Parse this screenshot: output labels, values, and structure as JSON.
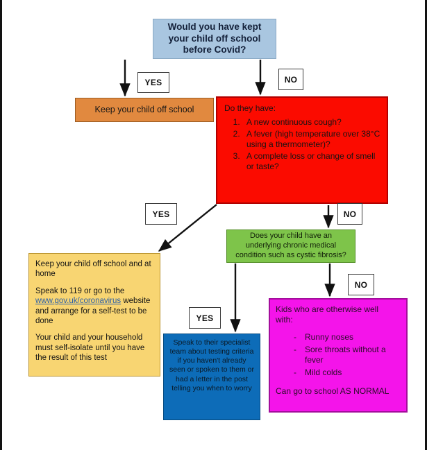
{
  "chart_data": {
    "type": "diagram",
    "title": "Would you have kept your child off school before Covid?",
    "diagram_kind": "decision-flowchart",
    "nodes": [
      {
        "id": "start",
        "label": "Would you have kept your child off school before Covid?",
        "color": "#a9c6e0",
        "shape": "rect"
      },
      {
        "id": "keep-off",
        "label": "Keep your child off school",
        "color": "#e1893f",
        "shape": "rect"
      },
      {
        "id": "symptoms",
        "label": "Do they have: 1) A new continuous cough? 2) A fever (high temperature over 38°C using a thermometer)? 3) A complete loss or change of smell or taste?",
        "color": "#fb0b00",
        "shape": "rect"
      },
      {
        "id": "chronic",
        "label": "Does your child have an underlying chronic medical condition such as cystic fibrosis?",
        "color": "#7ec44a",
        "shape": "rect"
      },
      {
        "id": "isolate",
        "label": "Keep your child off school and at home. Speak to 119 or go to the www.gov.uk/coronavirus website and arrange for a self-test to be done. Your child and your household must self-isolate until you have the result of this test",
        "color": "#f8d572",
        "shape": "rect"
      },
      {
        "id": "specialist",
        "label": "Speak to their specialist team about testing criteria if you haven't already seen or spoken to them or had a letter in the post telling you when to worry",
        "color": "#0d6cb8",
        "shape": "rect"
      },
      {
        "id": "normal",
        "label": "Kids who are otherwise well with: Runny noses, Sore throats without a fever, Mild colds. Can go to school AS NORMAL",
        "color": "#f414ea",
        "shape": "rect"
      }
    ],
    "edges": [
      {
        "from": "start",
        "to": "keep-off",
        "label": "YES"
      },
      {
        "from": "start",
        "to": "symptoms",
        "label": "NO"
      },
      {
        "from": "symptoms",
        "to": "isolate",
        "label": "YES"
      },
      {
        "from": "symptoms",
        "to": "chronic",
        "label": "NO"
      },
      {
        "from": "chronic",
        "to": "specialist",
        "label": "YES"
      },
      {
        "from": "chronic",
        "to": "normal",
        "label": "NO"
      }
    ]
  },
  "start_box": {
    "line1": "Would you have kept",
    "line2": "your child off school",
    "line3": "before Covid?"
  },
  "orange_box": {
    "text": "Keep your child off school"
  },
  "red_box": {
    "lead": "Do they have:",
    "items": [
      "A new continuous cough?",
      "A fever (high temperature over 38°C using a thermometer)?",
      "A complete loss or change of smell or taste?"
    ]
  },
  "green_box": {
    "line1": "Does your child have an",
    "line2": "underlying chronic medical",
    "line3": "condition such as cystic fibrosis?"
  },
  "yellow_box": {
    "para1": "Keep your child off school and at home",
    "para2_before": "Speak to 119 or go to the ",
    "link": "www.gov.uk/coronavirus",
    "para2_after": " website and arrange for a self-test to be done",
    "para3": "Your child and your household must self-isolate until you have the result of this test"
  },
  "blue_box": {
    "text": "Speak to their specialist team about testing criteria if you haven't already seen or spoken to them or had a letter in the post telling you when to worry"
  },
  "magenta_box": {
    "lead_line1": "Kids who are otherwise well",
    "lead_line2": "with:",
    "items": [
      "Runny noses",
      "Sore throats without a fever",
      "Mild colds"
    ],
    "tail": "Can go to school AS NORMAL"
  },
  "labels": {
    "yes": "YES",
    "no": "NO"
  },
  "colors": {
    "start": "#a9c6e0",
    "orange": "#e1893f",
    "red": "#fb0b00",
    "green": "#7ec44a",
    "yellow": "#f8d572",
    "blue": "#0d6cb8",
    "magenta": "#f414ea",
    "arrow": "#111111",
    "link": "#2b5fa8"
  }
}
